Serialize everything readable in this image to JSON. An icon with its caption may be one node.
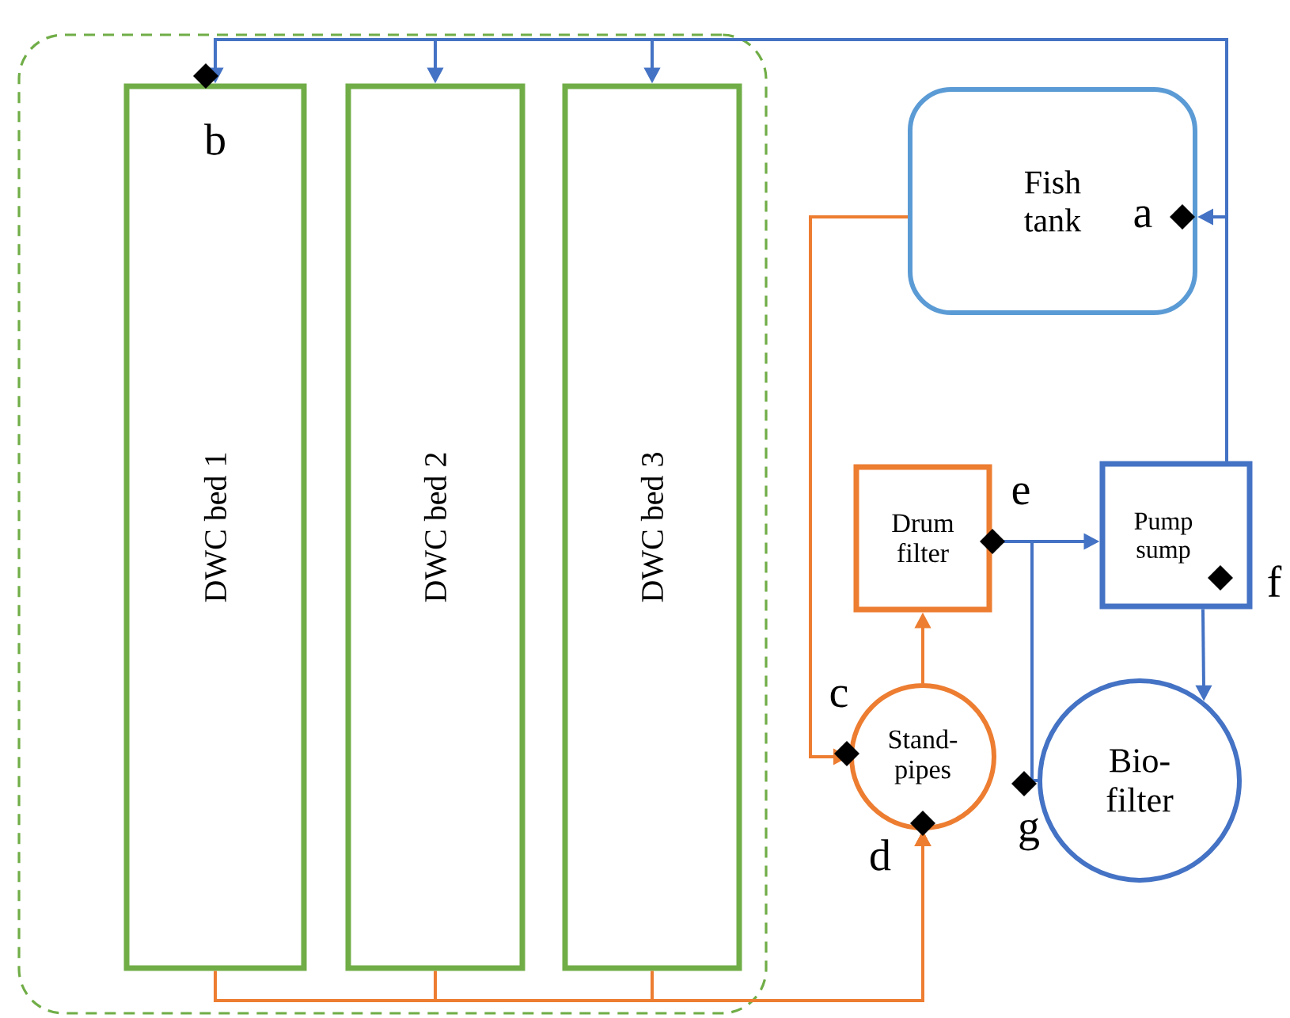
{
  "diagram": {
    "nodes": [
      {
        "text": [],
        "shape": "box"
      },
      {
        "text": [
          "DWC bed 1"
        ],
        "in": 0
      },
      {
        "text": [
          "DWC bed 2"
        ],
        "in": 0
      },
      {
        "text": [
          "DWC bed 3"
        ],
        "in": 0
      },
      {
        "text": [
          "Fish tank"
        ]
      },
      {
        "text": [
          "Drum filter"
        ]
      },
      {
        "text": [
          "Pump sump"
        ]
      },
      {
        "text": [
          "Stand-pipes"
        ]
      },
      {
        "text": [
          "Bio-filter"
        ]
      }
    ],
    "edges": [
      {
        "from": 6,
        "to": 4,
        "arrow": "to"
      },
      {
        "from": 6,
        "to": 1,
        "arrow": "to"
      },
      {
        "from": 6,
        "to": 2,
        "arrow": "to"
      },
      {
        "from": 6,
        "to": 3,
        "arrow": "to"
      },
      {
        "from": 5,
        "to": 6,
        "arrow": "to"
      },
      {
        "from": 5,
        "to": 8,
        "arrow": "none"
      },
      {
        "from": 6,
        "to": 8,
        "arrow": "to"
      },
      {
        "from": 4,
        "to": 7,
        "arrow": "to",
        "color": "#ed7d31"
      },
      {
        "from": 7,
        "to": 5,
        "arrow": "to",
        "color": "#ed7d31"
      },
      {
        "from": 1,
        "to": 7,
        "arrow": "to",
        "color": "#ed7d31"
      },
      {
        "from": 2,
        "to": 7,
        "arrow": "to",
        "color": "#ed7d31"
      },
      {
        "from": 3,
        "to": 7,
        "arrow": "to",
        "color": "#ed7d31"
      }
    ],
    "labels": [
      "b",
      "a",
      "e",
      "c",
      "f",
      "d",
      "g"
    ]
  }
}
